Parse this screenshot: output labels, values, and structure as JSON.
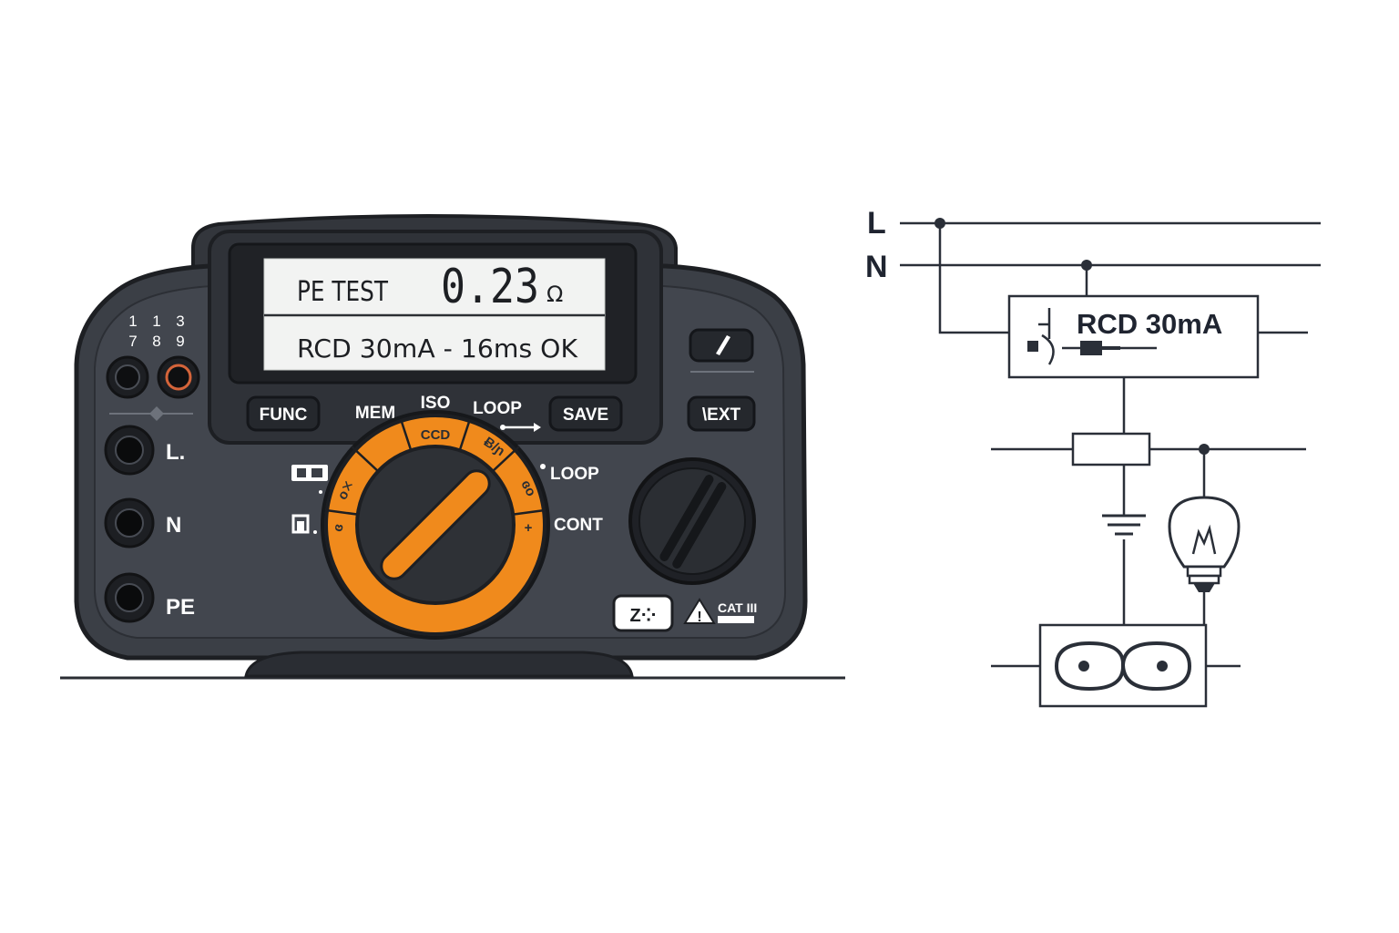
{
  "colors": {
    "body": "#3b3f46",
    "bezel": "#2a2d33",
    "lcd": "#f2f3f2",
    "accent": "#f08a1c",
    "dark": "#1d1f23",
    "wire": "#2a2f38"
  },
  "tester": {
    "display": {
      "line1_label": "PE TEST",
      "line1_value": "0.23",
      "line1_unit": "Ω",
      "line2": "RCD 30mA - 16ms OK"
    },
    "top_numbers": {
      "row1": [
        "1",
        "1",
        "3"
      ],
      "row2": [
        "7",
        "8",
        "9"
      ]
    },
    "terminals": [
      "L.",
      "N",
      "PE"
    ],
    "buttons": {
      "func": "FUNC",
      "save": "SAVE",
      "next": "\\EXT"
    },
    "selector_labels": {
      "mem": "MEM",
      "iso": "ISO",
      "loop_top": "LOOP",
      "loop_right": "LOOP",
      "cont": "CONT"
    },
    "ring_labels": [
      "CCD",
      "Ƀ/ɲ",
      "ɞo",
      "+",
      "ɞ",
      "o✕"
    ],
    "badges": {
      "zero": "Z⁘",
      "category": "CAT III"
    },
    "icons": [
      "lead-icon",
      "probe-icon",
      "warning-icon",
      "pen-icon",
      "zero-icon"
    ]
  },
  "diagram": {
    "line_l": "L",
    "line_n": "N",
    "rcd_label": "RCD 30mA"
  }
}
